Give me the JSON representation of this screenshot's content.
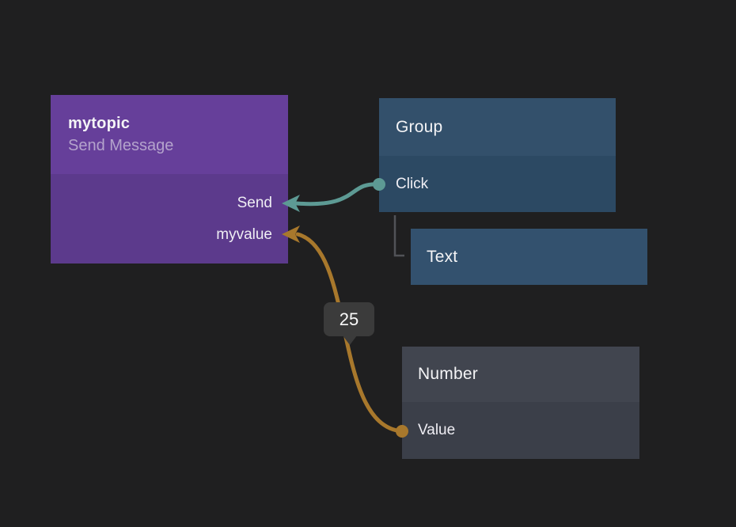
{
  "editor": {
    "background_color": "#1f1f20",
    "kind": "node-graph-canvas"
  },
  "nodes": {
    "mytopic": {
      "title": "mytopic",
      "subtitle": "Send Message",
      "header_color": "#663f9a",
      "body_color": "#5c3a8c",
      "ports": [
        {
          "label": "Send",
          "side": "right"
        },
        {
          "label": "myvalue",
          "side": "right"
        }
      ]
    },
    "group": {
      "title": "Group",
      "header_color": "#33506b",
      "body_color": "#2c4963",
      "ports": [
        {
          "label": "Click",
          "side": "left"
        }
      ]
    },
    "text": {
      "title": "Text",
      "body_color": "#33516e"
    },
    "number": {
      "title": "Number",
      "header_color": "#41454f",
      "body_color": "#3b3f49",
      "ports": [
        {
          "label": "Value",
          "side": "left"
        }
      ]
    }
  },
  "connections": [
    {
      "from_node": "Group",
      "from_port": "Click",
      "to_node": "mytopic",
      "to_port": "Send",
      "color": "#5d9a94"
    },
    {
      "from_node": "Number",
      "from_port": "Value",
      "to_node": "mytopic",
      "to_port": "myvalue",
      "color": "#a8782c",
      "label": "25"
    }
  ],
  "hierarchy_line": {
    "parent": "Group",
    "child": "Text",
    "color": "#515257"
  }
}
